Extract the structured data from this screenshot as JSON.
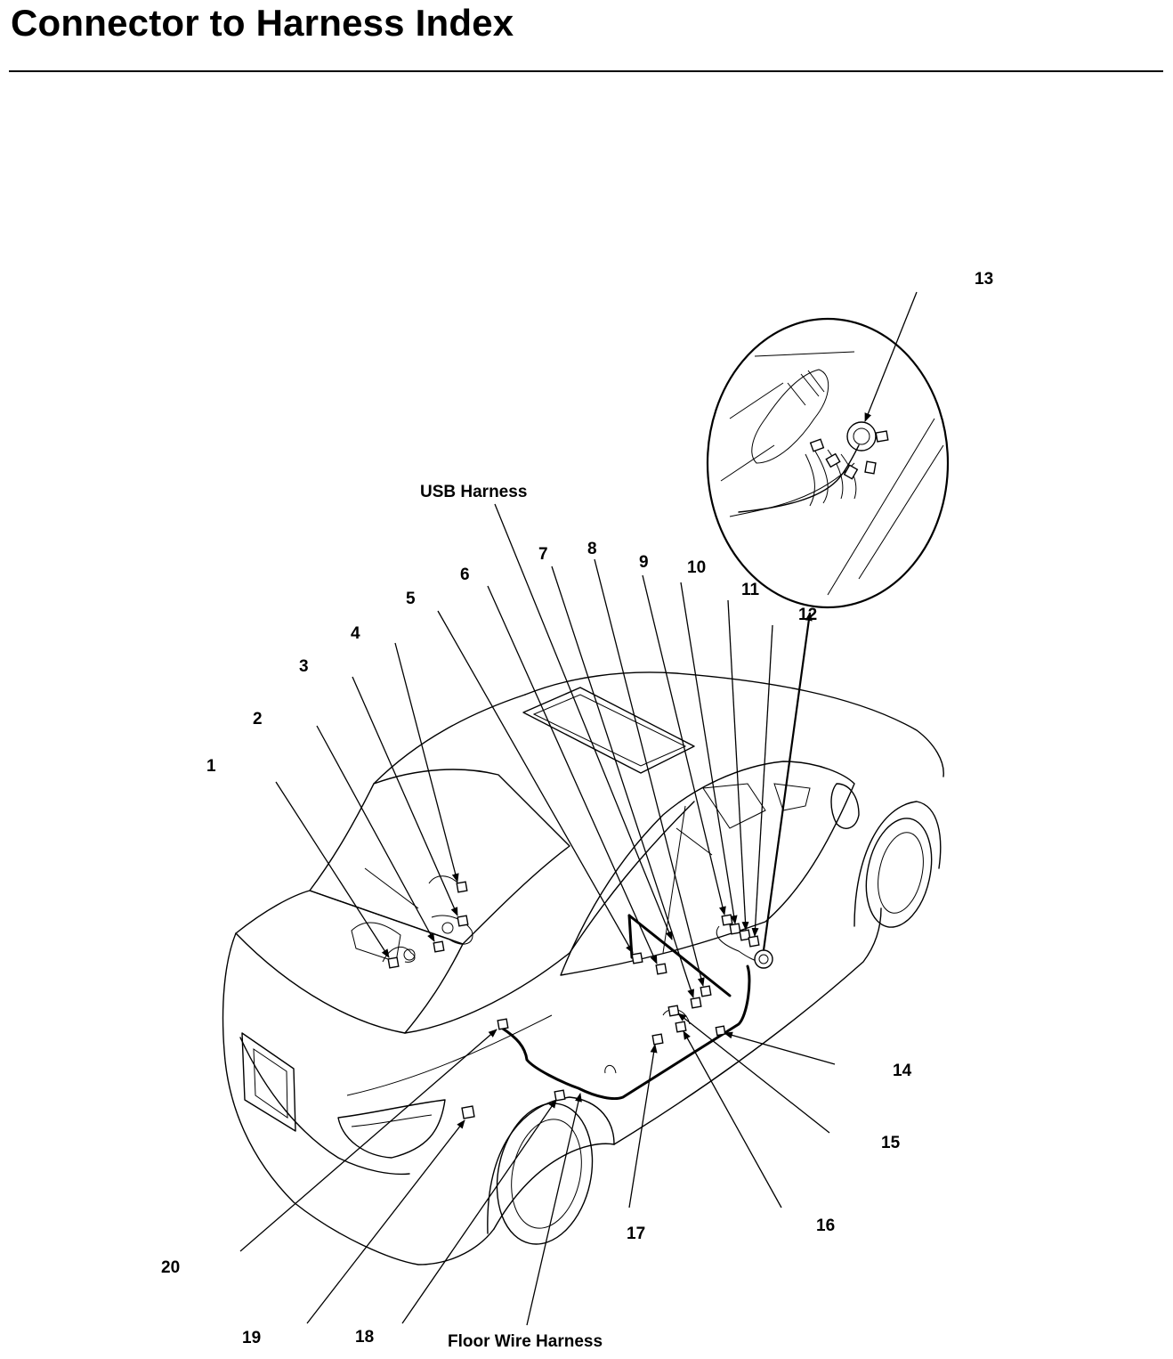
{
  "title": "Connector to Harness Index",
  "harness_labels": {
    "usb": "USB Harness",
    "floor": "Floor Wire Harness"
  },
  "callouts": [
    {
      "id": "1",
      "label": "1"
    },
    {
      "id": "2",
      "label": "2"
    },
    {
      "id": "3",
      "label": "3"
    },
    {
      "id": "4",
      "label": "4"
    },
    {
      "id": "5",
      "label": "5"
    },
    {
      "id": "6",
      "label": "6"
    },
    {
      "id": "7",
      "label": "7"
    },
    {
      "id": "8",
      "label": "8"
    },
    {
      "id": "9",
      "label": "9"
    },
    {
      "id": "10",
      "label": "10"
    },
    {
      "id": "11",
      "label": "11"
    },
    {
      "id": "12",
      "label": "12"
    },
    {
      "id": "13",
      "label": "13"
    },
    {
      "id": "14",
      "label": "14"
    },
    {
      "id": "15",
      "label": "15"
    },
    {
      "id": "16",
      "label": "16"
    },
    {
      "id": "17",
      "label": "17"
    },
    {
      "id": "18",
      "label": "18"
    },
    {
      "id": "19",
      "label": "19"
    },
    {
      "id": "20",
      "label": "20"
    }
  ]
}
